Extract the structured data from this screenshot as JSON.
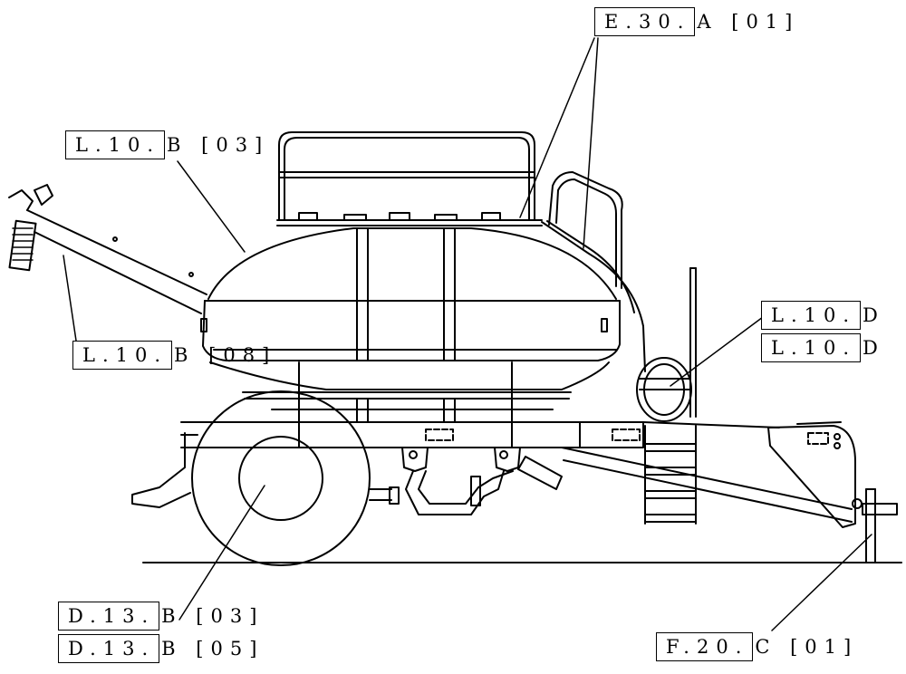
{
  "callouts": {
    "e30a": {
      "code": "E.30.",
      "suffix": "A [01]"
    },
    "l10b03": {
      "code": "L.10.",
      "suffix": "B [03]"
    },
    "l10b08": {
      "code": "L.10.",
      "suffix": "B [08]"
    },
    "l10d1": {
      "code": "L.10.",
      "suffix": "D"
    },
    "l10d2": {
      "code": "L.10.",
      "suffix": "D"
    },
    "d13b03": {
      "code": "D.13.",
      "suffix": "B [03]"
    },
    "d13b05": {
      "code": "D.13.",
      "suffix": "B [05]"
    },
    "f20c": {
      "code": "F.20.",
      "suffix": "C [01]"
    }
  },
  "colors": {
    "line": "#000000",
    "background": "#ffffff"
  }
}
